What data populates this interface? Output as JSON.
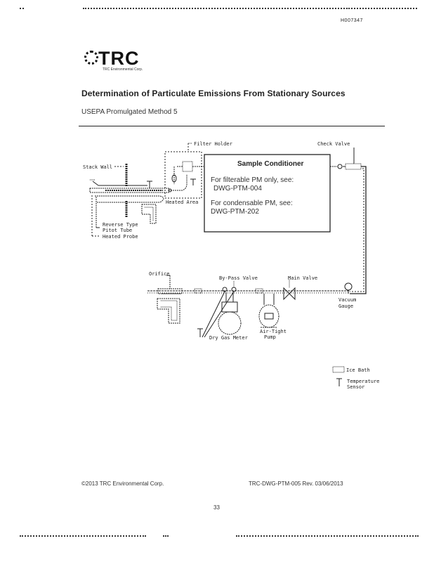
{
  "document": {
    "doc_id": "H007347",
    "logo": {
      "name": "TRC",
      "tagline": "TRC Environmental Corp."
    },
    "title": "Determination of Particulate Emissions From Stationary Sources",
    "subtitle": "USEPA Promulgated Method 5",
    "footer": {
      "copyright": "©2013 TRC Environmental Corp.",
      "drawing_ref": "TRC-DWG-PTM-005 Rev. 03/06/2013",
      "page_number": "33"
    }
  },
  "diagram": {
    "labels": {
      "stack_wall": "Stack Wall",
      "reverse_pitot": [
        "Reverse Type",
        "Pitot Tube"
      ],
      "heated_probe": "Heated Probe",
      "filter_holder": "Filter Holder",
      "heated_area": "Heated Area",
      "check_valve": "Check Valve",
      "orifice": "Orifice",
      "bypass_valve": "By-Pass Valve",
      "main_valve": "Main Valve",
      "vacuum_gauge": [
        "Vacuum",
        "Gauge"
      ],
      "air_tight_pump": [
        "Air-Tight",
        "Pump"
      ],
      "dry_gas_meter": "Dry Gas Meter"
    },
    "sample_conditioner": {
      "title": "Sample Conditioner",
      "filterable_line1": "For filterable PM only, see:",
      "filterable_line2": "DWG-PTM-004",
      "condensable_line1": "For condensable PM, see:",
      "condensable_line2": "DWG-PTM-202"
    },
    "legend": {
      "ice_bath": "Ice Bath",
      "temperature_sensor": [
        "Temperature",
        "Sensor"
      ]
    }
  }
}
